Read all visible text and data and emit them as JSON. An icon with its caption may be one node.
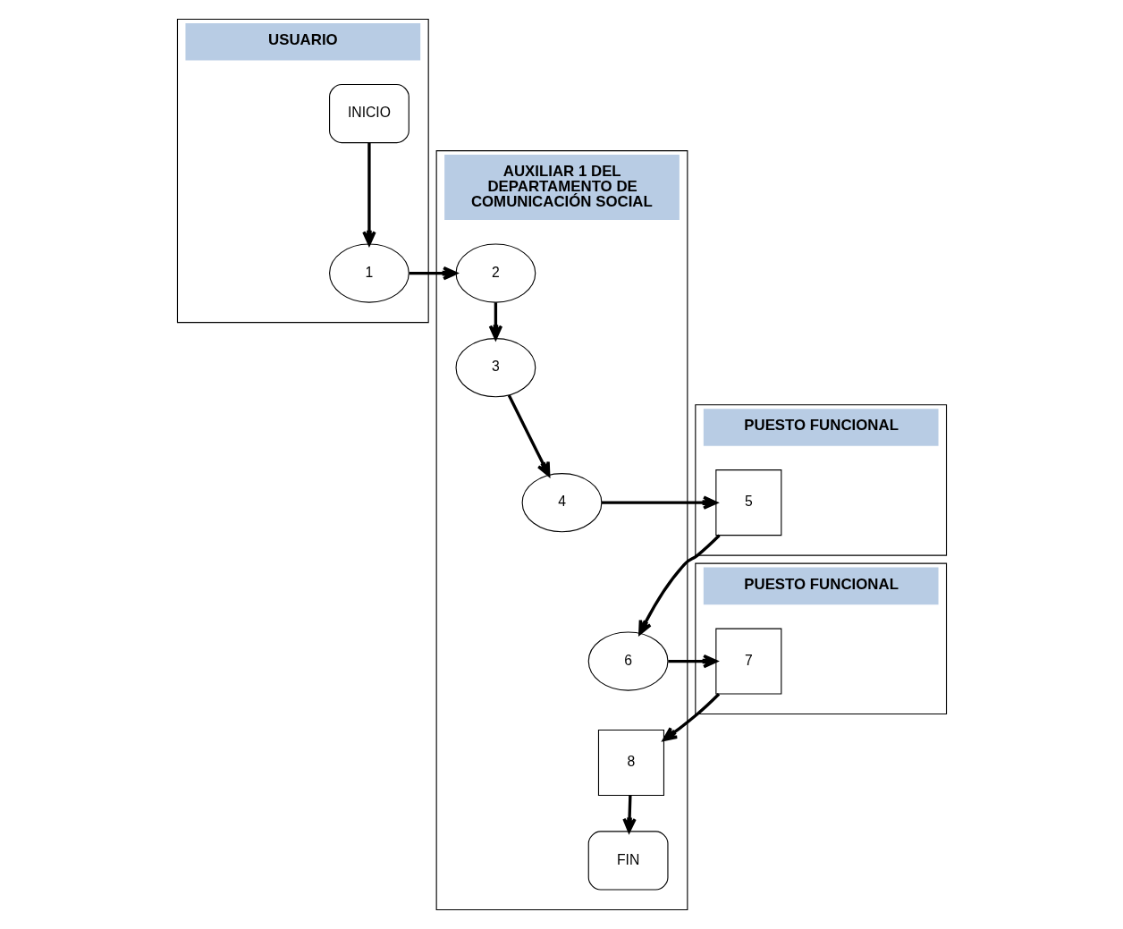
{
  "diagram": {
    "nodes": [
      {
        "text": [
          "USUARIO"
        ]
      },
      {
        "text": [
          "AUXILIAR 1 DEL DEPARTAMENTO DE COMUNICACIÓN SOCIAL"
        ]
      },
      {
        "text": [
          "PUESTO FUNCIONAL"
        ]
      },
      {
        "text": [
          "PUESTO FUNCIONAL"
        ]
      },
      {
        "text": [
          "INICIO"
        ],
        "in": 0
      },
      {
        "text": [
          "1"
        ],
        "in": 0
      },
      {
        "text": [
          "2"
        ],
        "in": 1
      },
      {
        "text": [
          "3"
        ],
        "in": 1
      },
      {
        "text": [
          "4"
        ],
        "in": 1
      },
      {
        "text": [
          "5"
        ],
        "in": 2
      },
      {
        "text": [
          "6"
        ],
        "in": 1
      },
      {
        "text": [
          "7"
        ],
        "in": 3
      },
      {
        "text": [
          "8"
        ],
        "in": 1
      },
      {
        "text": [
          "FIN"
        ],
        "in": 1
      }
    ],
    "edges": [
      {
        "from": 4,
        "to": 5,
        "arrow": "to"
      },
      {
        "from": 5,
        "to": 6,
        "arrow": "to"
      },
      {
        "from": 6,
        "to": 7,
        "arrow": "to"
      },
      {
        "from": 7,
        "to": 8,
        "arrow": "to"
      },
      {
        "from": 8,
        "to": 9,
        "arrow": "to"
      },
      {
        "from": 9,
        "to": 10,
        "arrow": "to"
      },
      {
        "from": 10,
        "to": 11,
        "arrow": "to"
      },
      {
        "from": 11,
        "to": 12,
        "arrow": "to"
      },
      {
        "from": 12,
        "to": 13,
        "arrow": "to"
      }
    ]
  }
}
